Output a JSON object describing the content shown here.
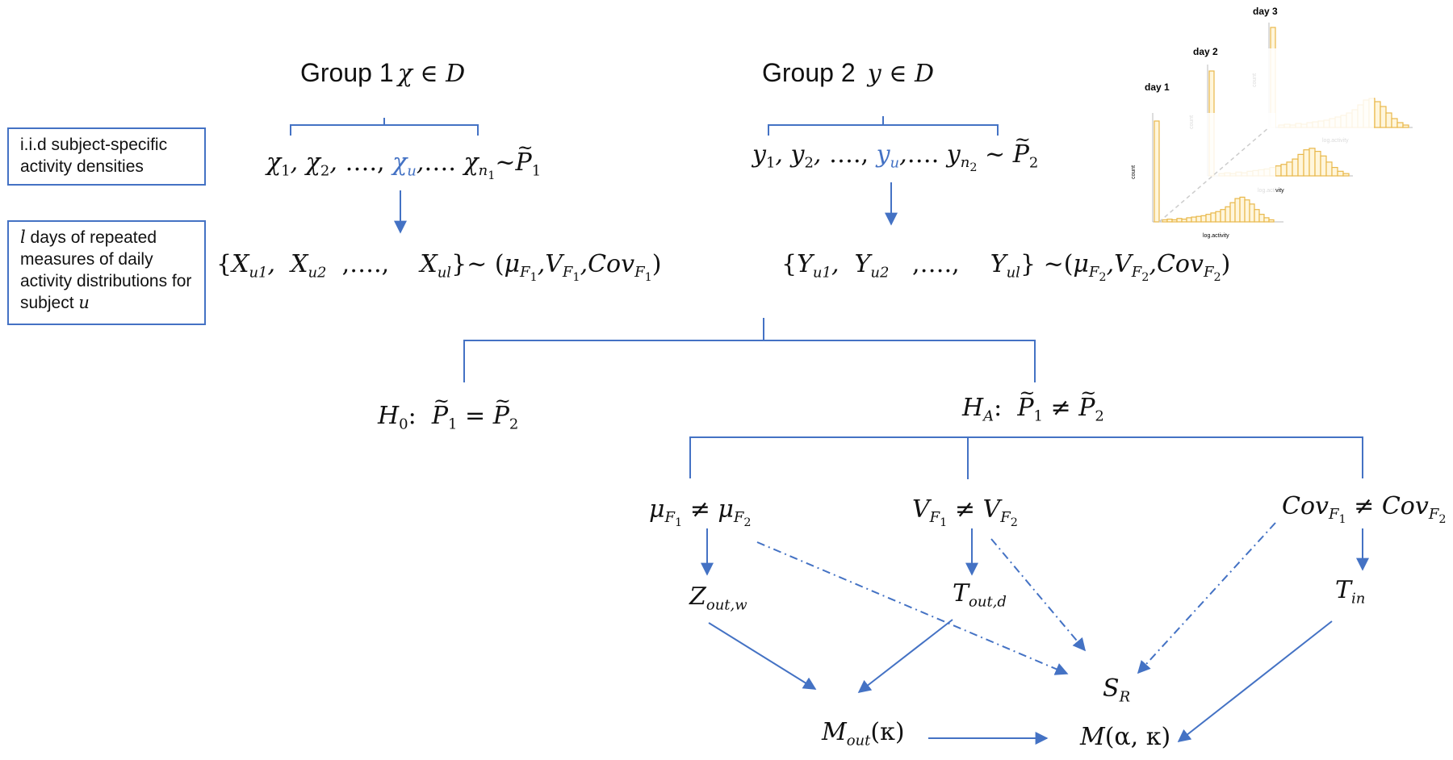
{
  "groups": {
    "g1_label": "Group 1",
    "g1_set": "χ ∈ D",
    "g2_label": "Group 2",
    "g2_set": "y ∈ D"
  },
  "boxes": {
    "densities": "i.i.d subject-specific activity densities",
    "repeated_prefix": "l",
    "repeated_text": " days of repeated measures of daily activity distributions for subject ",
    "repeated_var": "u"
  },
  "hypotheses": {
    "null_label": "H",
    "null_sub": "0",
    "alt_label": "H",
    "alt_sub": "A"
  },
  "statistics": {
    "z_out": "Z",
    "z_out_sub": "out,w",
    "t_out": "T",
    "t_out_sub": "out,d",
    "t_in": "T",
    "t_in_sub": "in",
    "s_r": "S",
    "s_r_sub": "R",
    "m_out": "M",
    "m_out_sub": "out",
    "m_out_arg": "(κ)",
    "m_comb": "M",
    "m_comb_arg": "(α, κ)"
  },
  "histograms": {
    "day1": "day 1",
    "day2": "day 2",
    "day3": "day 3",
    "xlabel": "log.activity",
    "ylabel": "count"
  },
  "colors": {
    "accent": "#4472c4",
    "hist_bar": "#e8b84a"
  }
}
